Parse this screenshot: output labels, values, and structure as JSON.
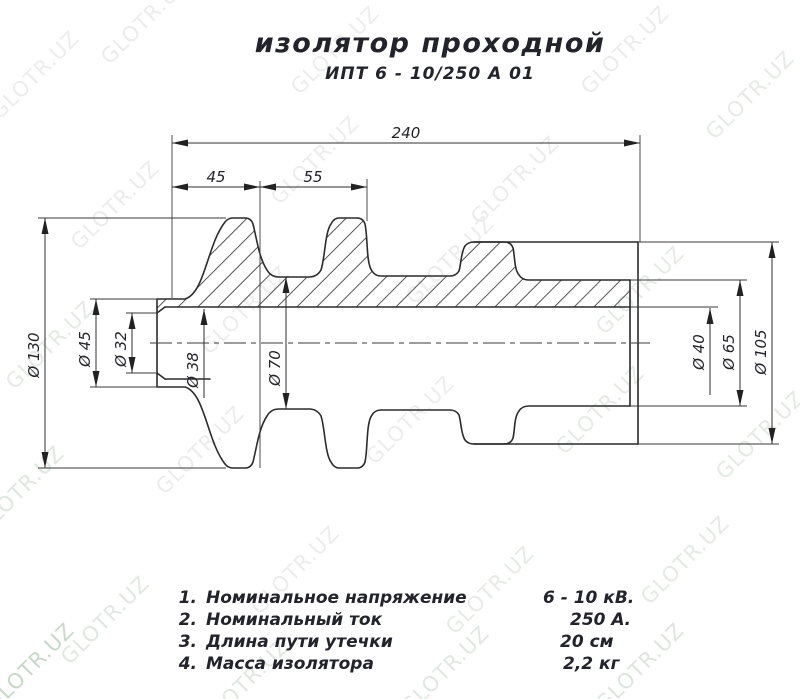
{
  "drawing": {
    "title": "изолятор проходной",
    "subtitle": "ИПТ 6 - 10/250 А 01",
    "watermark": "GLOTR.UZ",
    "dims": {
      "total_length": "240",
      "shed_pitch_1": "45",
      "shed_pitch_2": "55",
      "shed_od": "Ø 130",
      "stem_od": "Ø 45",
      "bore_entry": "Ø 32",
      "bore_left": "Ø 38",
      "mid_barrel_od": "Ø 70",
      "bore_right": "Ø 40",
      "boss_od": "Ø 65",
      "flange_od": "Ø 105"
    },
    "specs": {
      "items": [
        {
          "num": "1.",
          "name": "Номинальное напряжение",
          "value": "6 - 10 кВ."
        },
        {
          "num": "2.",
          "name": "Номинальный ток",
          "value": "250 А."
        },
        {
          "num": "3.",
          "name": "Длина пути утечки",
          "value": "20 см"
        },
        {
          "num": "4.",
          "name": "Масса изолятора",
          "value": "2,2 кг"
        }
      ]
    }
  }
}
